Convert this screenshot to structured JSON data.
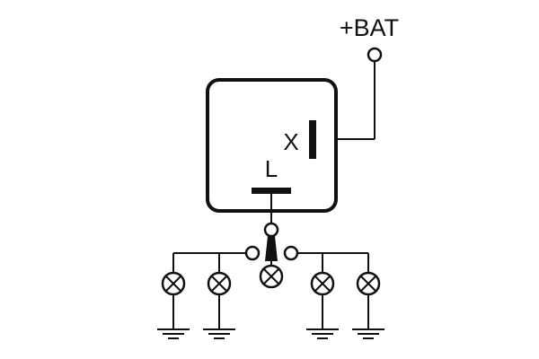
{
  "labels": {
    "battery": "+BAT",
    "terminal_x": "X",
    "terminal_l": "L"
  },
  "colors": {
    "ink": "#111111",
    "background": "#ffffff"
  },
  "components": {
    "relay_box": "flasher-relay",
    "lamps": [
      "lamp-1",
      "lamp-2",
      "lamp-3-center",
      "lamp-4",
      "lamp-5"
    ],
    "grounds": [
      "ground-1",
      "ground-2",
      "ground-4",
      "ground-5"
    ],
    "switch": "turn-signal-switch"
  }
}
